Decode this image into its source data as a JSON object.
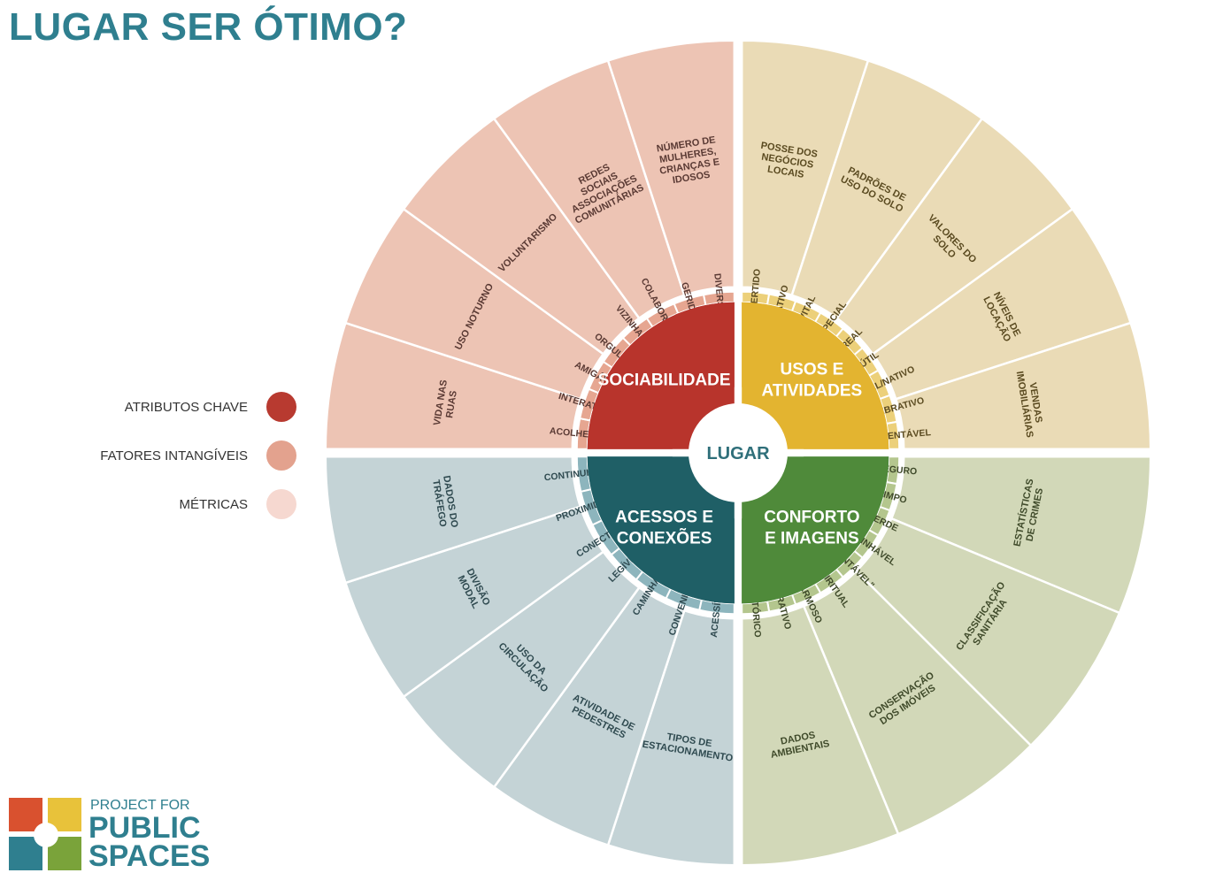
{
  "title": "LUGAR SER ÓTIMO?",
  "center_label": "LUGAR",
  "legend": [
    {
      "label": "ATRIBUTOS CHAVE",
      "color": "#b83a30"
    },
    {
      "label": "FATORES INTANGÍVEIS",
      "color": "#e3a28e"
    },
    {
      "label": "MÉTRICAS",
      "color": "#f6d8d0"
    }
  ],
  "logo": {
    "line1": "PROJECT FOR",
    "line2": "PUBLIC",
    "line3": "SPACES"
  },
  "quadrants": [
    {
      "id": "sociabilidade",
      "core": [
        "SOCIABILIDADE"
      ],
      "colors": {
        "core": "#b8342c",
        "middle": "#e6a691",
        "outer": "#edc4b4",
        "text": "#5a3a34"
      },
      "middle": [
        "ACOLHEDOR",
        "INTERATIVO",
        "AMIGÁVEL",
        "ORGULHO",
        "VIZINHANÇA",
        "COLABORATIVO",
        "GERIDO",
        "DIVERSO"
      ],
      "outer": [
        "VIDA NAS RUAS",
        "USO NOTURNO",
        "VOLUNTARISMO",
        "REDES SOCIAIS ASSOCIAÇÕES COMUNITÁRIAS",
        "NÚMERO DE MULHERES, CRIANÇAS E IDOSOS"
      ]
    },
    {
      "id": "usos",
      "core": [
        "USOS E",
        "ATIVIDADES"
      ],
      "colors": {
        "core": "#e3b430",
        "middle": "#ecd07a",
        "outer": "#eadbb6",
        "text": "#5a4a20"
      },
      "middle": [
        "DIVERTIDO",
        "ATIVO",
        "VITAL",
        "ESPECIAL",
        "REAL",
        "ÚTIL",
        "LOCAL/NATIVO",
        "CELEBRATIVO",
        "SUSTENTÁVEL"
      ],
      "outer": [
        "POSSE DOS NEGÓCIOS LOCAIS",
        "PADRÕES DE USO DO SOLO",
        "VALORES DO SOLO",
        "NÍVEIS DE LOCAÇÃO",
        "VENDAS IMOBILIÁRIAS"
      ]
    },
    {
      "id": "conforto",
      "core": [
        "CONFORTO",
        "E IMAGENS"
      ],
      "colors": {
        "core": "#4f8a3a",
        "middle": "#b4c68e",
        "outer": "#d2d8b8",
        "text": "#3f4a2a"
      },
      "middle": [
        "SEGURO",
        "LIMPO",
        "VERDE",
        "CAMINHÁVEL",
        "\"SENTÁVEL\"",
        "ESPIRITUAL",
        "CHARMOSO",
        "ATRATIVO",
        "HISTÓRICO"
      ],
      "outer": [
        "ESTATÍSTICAS DE CRIMES",
        "CLASSIFICAÇÃO SANITÁRIA",
        "CONSERVAÇÃO DOS IMÓVEIS",
        "DADOS AMBIENTAIS"
      ]
    },
    {
      "id": "acessos",
      "core": [
        "ACESSOS E",
        "CONEXÕES"
      ],
      "colors": {
        "core": "#1f5f66",
        "middle": "#8db5bd",
        "outer": "#c4d3d6",
        "text": "#2f4a50"
      },
      "middle": [
        "ACESSÍVEL",
        "CONVENIENTE",
        "CAMINHÁVEL",
        "LEGÍVEL",
        "CONECTADO",
        "PROXIMIDADE",
        "CONTINUIDADE"
      ],
      "outer": [
        "TIPOS DE ESTACIONAMENTO",
        "ATIVIDADE DE PEDESTRES",
        "USO DA CIRCULAÇÃO",
        "DIVISÃO MODAL",
        "DADOS DO TRÁFEGO"
      ]
    }
  ]
}
